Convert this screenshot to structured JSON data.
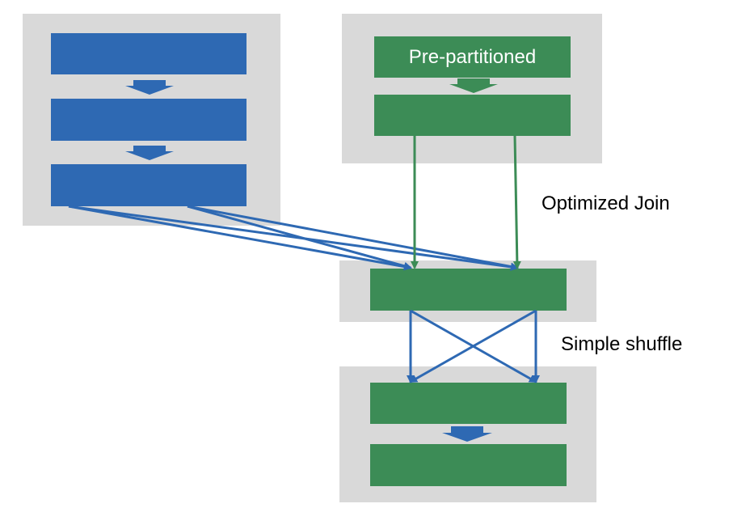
{
  "labels": {
    "pre_partitioned": "Pre-partitioned",
    "optimized_join": "Optimized Join",
    "simple_shuffle": "Simple shuffle"
  },
  "colors": {
    "blue": "#2e69b3",
    "green": "#3c8c56",
    "panel": "#d9d9d9",
    "label_text": "#ffffff"
  }
}
